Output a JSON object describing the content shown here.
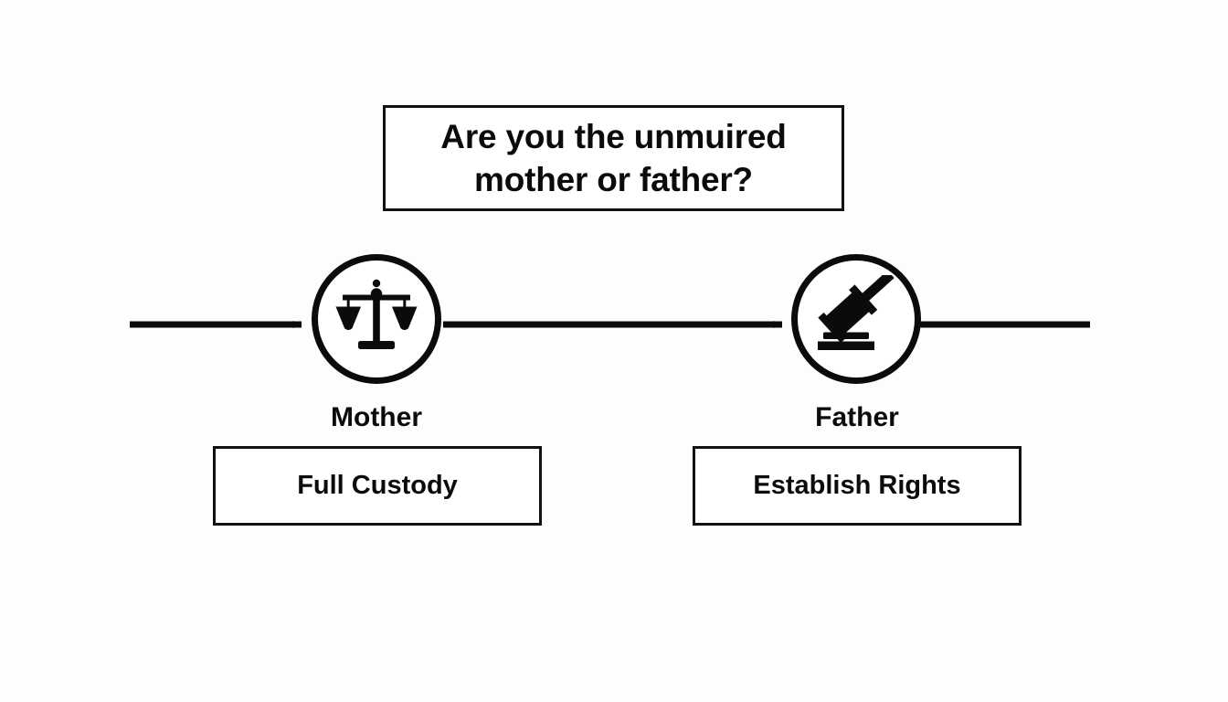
{
  "diagram": {
    "background_color": "#fdfdfd",
    "stroke_color": "#0b0b0b",
    "question": {
      "text": "Are you the unmuired\nmother or father?"
    },
    "nodes": [
      {
        "id": "mother",
        "icon": "scales-of-justice-icon",
        "label": "Mother",
        "outcome": "Full Custody"
      },
      {
        "id": "father",
        "icon": "gavel-icon",
        "label": "Father",
        "outcome": "Establish Rights"
      }
    ],
    "connectors": [
      {
        "id": "entry-arrow",
        "arrowhead": "right"
      },
      {
        "id": "mother-to-father-arrow",
        "arrowhead": "right"
      },
      {
        "id": "exit-line",
        "arrowhead": "none"
      }
    ]
  }
}
